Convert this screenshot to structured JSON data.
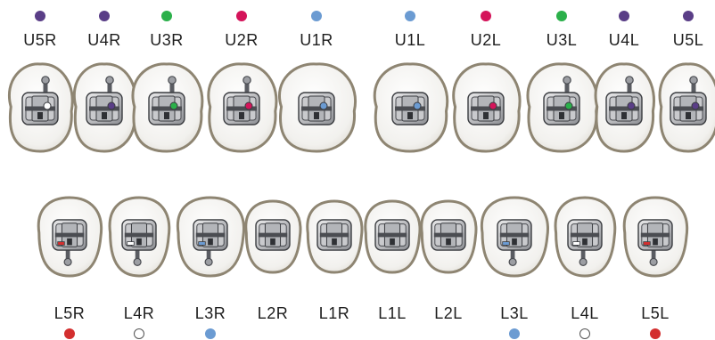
{
  "upper": [
    {
      "label": "U5R",
      "color": "#5a3e87"
    },
    {
      "label": "U4R",
      "color": "#5a3e87"
    },
    {
      "label": "U3R",
      "color": "#2bb04a"
    },
    {
      "label": "U2R",
      "color": "#d4145a"
    },
    {
      "label": "U1R",
      "color": "#6b9bd2"
    },
    {
      "label": "U1L",
      "color": "#6b9bd2"
    },
    {
      "label": "U2L",
      "color": "#d4145a"
    },
    {
      "label": "U3L",
      "color": "#2bb04a"
    },
    {
      "label": "U4L",
      "color": "#5a3e87"
    },
    {
      "label": "U5L",
      "color": "#5a3e87"
    }
  ],
  "lower": [
    {
      "label": "L5R",
      "color": "#d32f2f",
      "hollow": false
    },
    {
      "label": "L4R",
      "color": "#ffffff",
      "hollow": true
    },
    {
      "label": "L3R",
      "color": "#6b9bd2",
      "hollow": false
    },
    {
      "label": "L2R",
      "color": null,
      "hollow": false
    },
    {
      "label": "L1R",
      "color": null,
      "hollow": false
    },
    {
      "label": "L1L",
      "color": null,
      "hollow": false
    },
    {
      "label": "L2L",
      "color": null,
      "hollow": false
    },
    {
      "label": "L3L",
      "color": "#6b9bd2",
      "hollow": false
    },
    {
      "label": "L4L",
      "color": "#ffffff",
      "hollow": true
    },
    {
      "label": "L5L",
      "color": "#d32f2f",
      "hollow": false
    }
  ]
}
